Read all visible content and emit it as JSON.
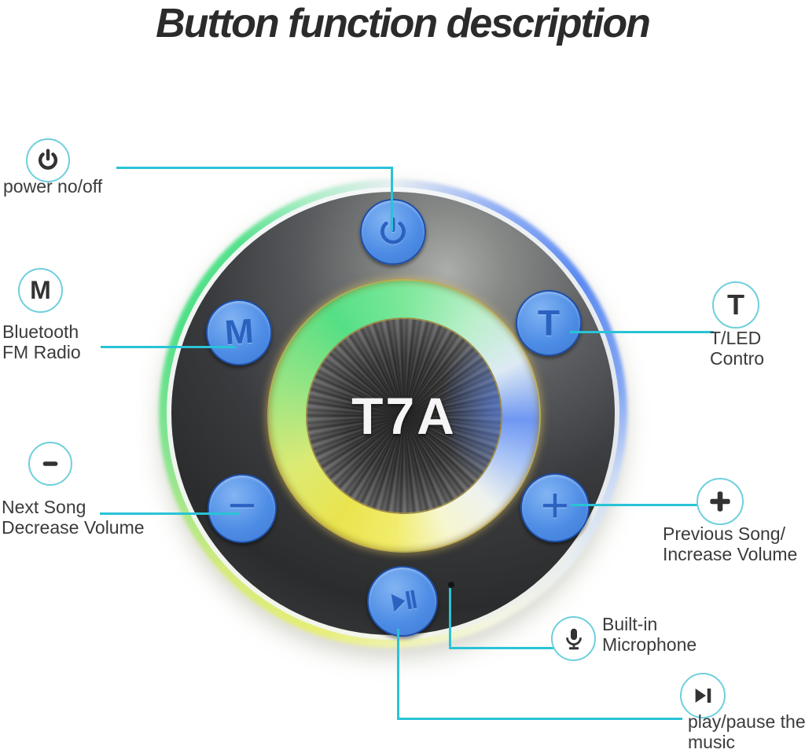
{
  "title": "Button function description",
  "device": {
    "model": "T7A",
    "buttons": {
      "mode_letter": "M",
      "t_letter": "T",
      "minus_glyph": "−",
      "plus_glyph": "+"
    }
  },
  "callouts": {
    "power": {
      "line1": "power no/off"
    },
    "mode": {
      "icon_letter": "M",
      "line1": "Bluetooth",
      "line2": "FM Radio"
    },
    "minus": {
      "line1": "Next Song",
      "line2": "Decrease Volume"
    },
    "t_led": {
      "icon_letter": "T",
      "line1": "T/LED",
      "line2": "Contro"
    },
    "plus": {
      "line1": "Previous Song/",
      "line2": "Increase Volume"
    },
    "mic": {
      "line1": "Built-in",
      "line2": "Microphone"
    },
    "play": {
      "line1": "play/pause the",
      "line2": "music"
    }
  },
  "colors": {
    "accent_cyan": "#29c3d6",
    "circle_outline_cyan": "#6fcfdd",
    "button_blue": "#4d8ce5",
    "button_border_blue": "#1e4fa8",
    "engraved_glyph_blue": "#2b62c0",
    "led_green": "#55df85",
    "led_blue": "#6f97f2",
    "led_yellow": "#e9e44e",
    "title_color": "#2b2b2b",
    "label_text_color": "#3b3b3b"
  }
}
